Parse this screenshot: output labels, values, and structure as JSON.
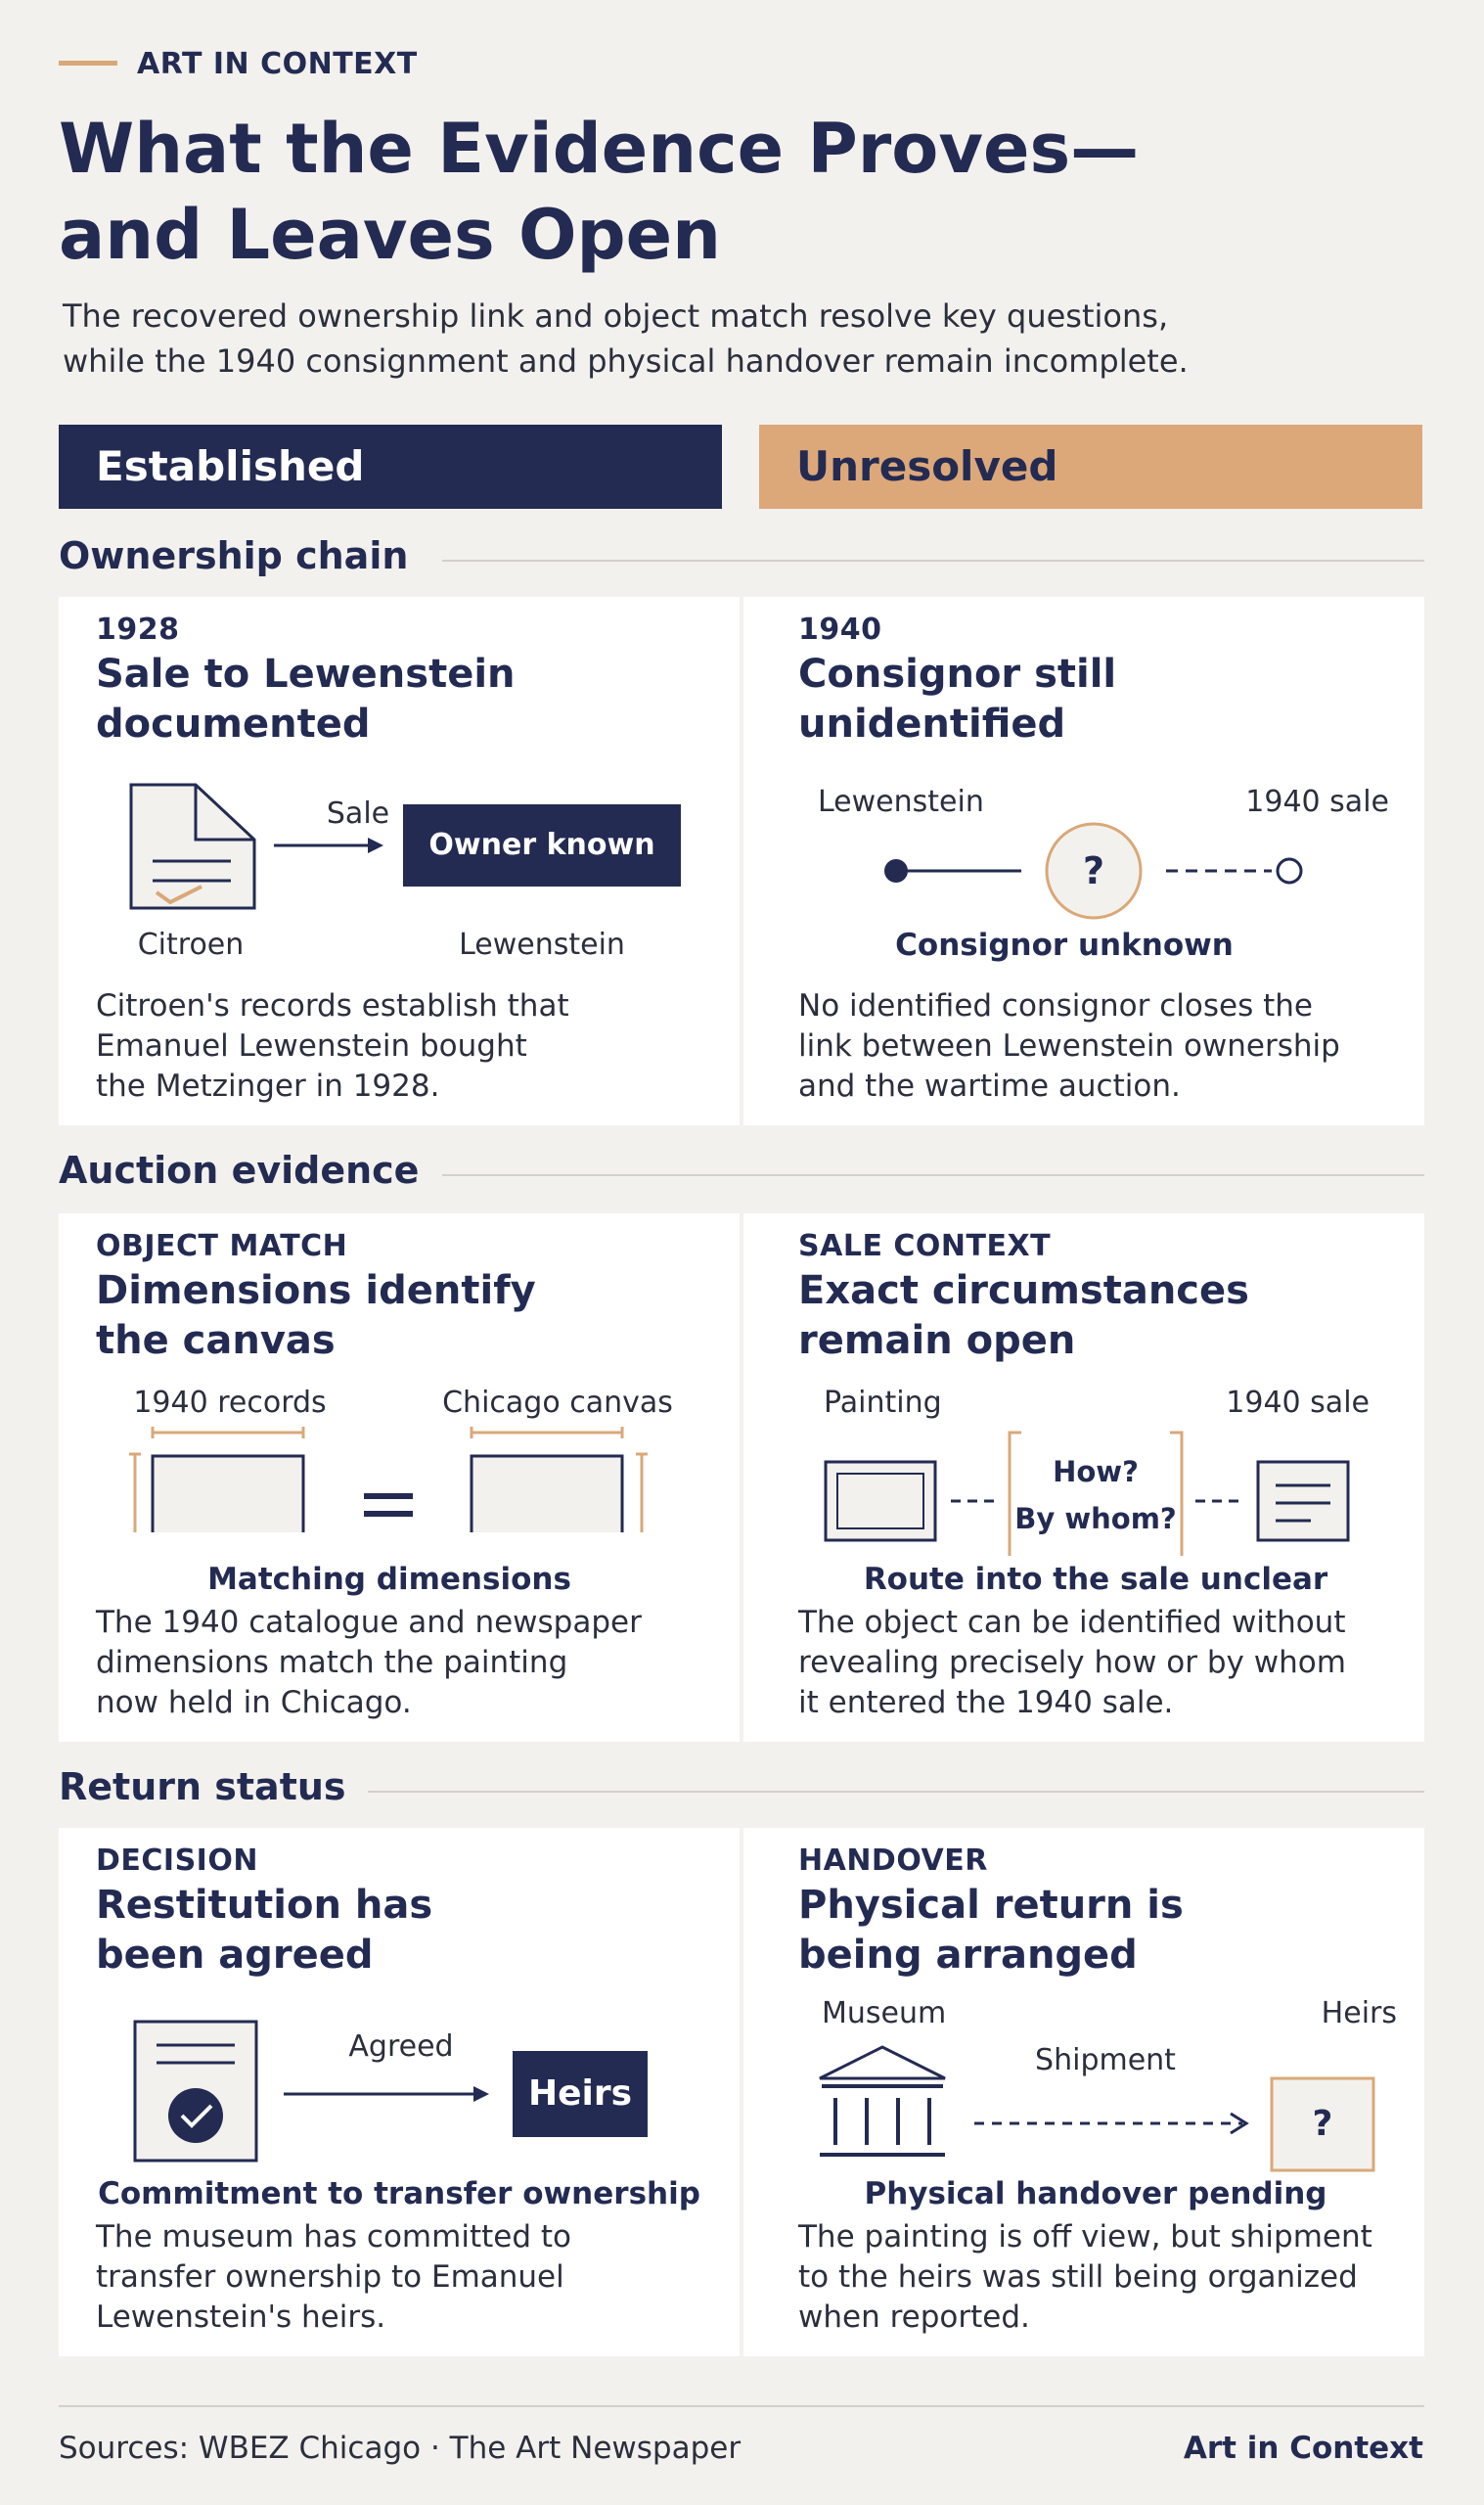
{
  "header": {
    "kicker": "ART IN CONTEXT",
    "title_line1": "What the Evidence Proves—",
    "title_line2": "and Leaves Open",
    "subtitle_line1": "The recovered ownership link and object match resolve key questions,",
    "subtitle_line2": "while the 1940 consignment and physical handover remain incomplete."
  },
  "columns": {
    "established": "Established",
    "unresolved": "Unresolved"
  },
  "colors": {
    "navy": "#232b52",
    "tan": "#dda879",
    "background": "#f3f1ed"
  },
  "sections": {
    "ownership": {
      "title": "Ownership chain",
      "left": {
        "label": "1928",
        "head_line1": "Sale to Lewenstein",
        "head_line2": "documented",
        "arrow_label": "Sale",
        "box_label": "Owner known",
        "doc_caption": "Citroen",
        "box_caption": "Lewenstein",
        "icon": "document-check-icon",
        "body_line1": "Citroen's records establish that",
        "body_line2": "Emanuel Lewenstein bought",
        "body_line3": "the Metzinger in 1928."
      },
      "right": {
        "label": "1940",
        "head_line1": "Consignor still",
        "head_line2": "unidentified",
        "left_label": "Lewenstein",
        "right_label": "1940 sale",
        "mark": "?",
        "caption": "Consignor unknown",
        "body_line1": "No identified consignor closes the",
        "body_line2": "link between Lewenstein ownership",
        "body_line3": "and the wartime auction."
      }
    },
    "auction": {
      "title": "Auction evidence",
      "left": {
        "label": "OBJECT MATCH",
        "head_line1": "Dimensions identify",
        "head_line2": "the canvas",
        "left_label": "1940 records",
        "right_label": "Chicago canvas",
        "equals": "=",
        "caption": "Matching dimensions",
        "body_line1": "The 1940 catalogue and newspaper",
        "body_line2": "dimensions match the painting",
        "body_line3": "now held in Chicago."
      },
      "right": {
        "label": "SALE CONTEXT",
        "head_line1": "Exact circumstances",
        "head_line2": "remain open",
        "left_label": "Painting",
        "right_label": "1940 sale",
        "bracket_line1": "How?",
        "bracket_line2": "By whom?",
        "caption": "Route into the sale unclear",
        "body_line1": "The object can be identified without",
        "body_line2": "revealing precisely how or by whom",
        "body_line3": "it entered the 1940 sale."
      }
    },
    "return": {
      "title": "Return status",
      "left": {
        "label": "DECISION",
        "head_line1": "Restitution has",
        "head_line2": "been agreed",
        "arrow_label": "Agreed",
        "box_label": "Heirs",
        "icon": "certificate-check-icon",
        "caption": "Commitment to transfer ownership",
        "body_line1": "The museum has committed to",
        "body_line2": "transfer ownership to Emanuel",
        "body_line3": "Lewenstein's heirs."
      },
      "right": {
        "label": "HANDOVER",
        "head_line1": "Physical return is",
        "head_line2": "being arranged",
        "left_label": "Museum",
        "right_label": "Heirs",
        "arrow_label": "Shipment",
        "mark": "?",
        "icon": "museum-icon",
        "caption": "Physical handover pending",
        "body_line1": "The painting is off view, but shipment",
        "body_line2": "to the heirs was still being organized",
        "body_line3": "when reported."
      }
    }
  },
  "footer": {
    "sources": "Sources: WBEZ Chicago · The Art Newspaper",
    "brand": "Art in Context"
  }
}
